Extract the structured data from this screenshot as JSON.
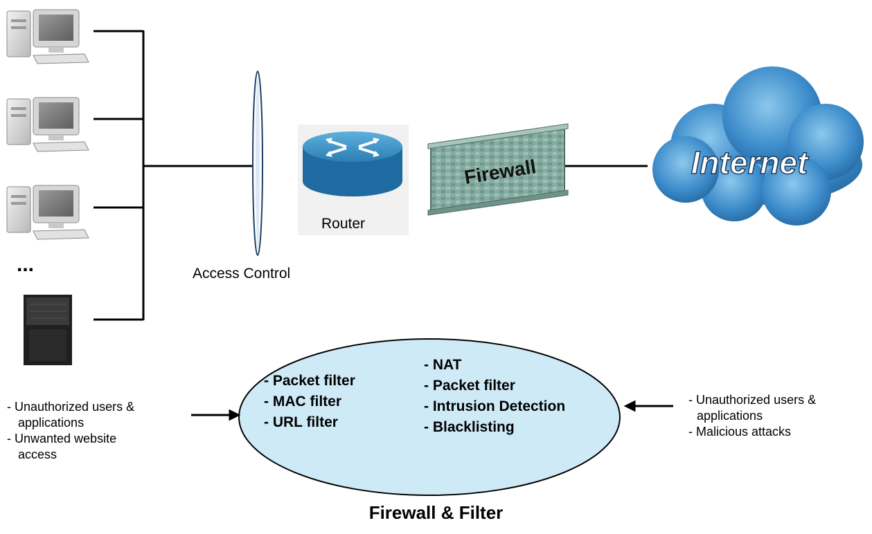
{
  "labels": {
    "access_control": "Access Control",
    "router": "Router",
    "firewall": "Firewall",
    "internet": "Internet",
    "ellipsis": "...",
    "caption": "Firewall & Filter"
  },
  "ellipse": {
    "left_items": [
      "- Packet filter",
      "- MAC filter",
      "- URL filter"
    ],
    "right_items": [
      "- NAT",
      "- Packet filter",
      "- Intrusion Detection",
      "- Blacklisting"
    ]
  },
  "left_threats": [
    "- Unauthorized users &",
    "applications",
    "- Unwanted website",
    "access"
  ],
  "right_threats": [
    "- Unauthorized users &",
    "applications",
    "- Malicious attacks"
  ],
  "icons": [
    "desktop-computer-icon",
    "desktop-computer-icon",
    "desktop-computer-icon",
    "server-tower-icon",
    "router-icon",
    "firewall-wall-icon",
    "internet-cloud-icon"
  ],
  "colors": {
    "ellipse_fill": "#cfeaf7",
    "router_blue": "#2f86b8",
    "cloud_blue": "#2b79b8",
    "firewall_green": "#7fa79b"
  }
}
